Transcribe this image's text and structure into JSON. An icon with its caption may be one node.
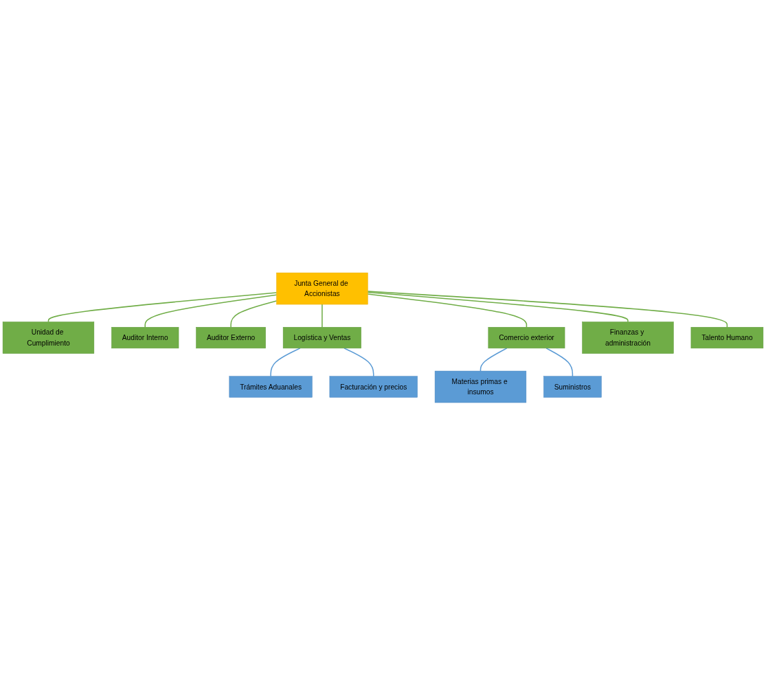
{
  "diagram": {
    "nodes": [
      {
        "text": [
          "Junta General de Accionistas"
        ]
      },
      {
        "text": [
          "Unidad de Cumplimiento"
        ]
      },
      {
        "text": [
          "Auditor Interno"
        ]
      },
      {
        "text": [
          "Auditor Externo"
        ]
      },
      {
        "text": [
          "Logística y Ventas"
        ]
      },
      {
        "text": [
          "Comercio exterior"
        ]
      },
      {
        "text": [
          "Finanzas y administración"
        ]
      },
      {
        "text": [
          "Talento Humano"
        ]
      },
      {
        "text": [
          "Trámites Aduanales"
        ]
      },
      {
        "text": [
          "Materias primas e insumos"
        ]
      },
      {
        "text": [
          "Facturación y precios"
        ]
      },
      {
        "text": [
          "Suministros"
        ]
      }
    ],
    "edges": [
      {
        "from": 0,
        "to": 1,
        "arrow": "none"
      },
      {
        "from": 0,
        "to": 2,
        "arrow": "none"
      },
      {
        "from": 0,
        "to": 3,
        "arrow": "none"
      },
      {
        "from": 0,
        "to": 4,
        "arrow": "none"
      },
      {
        "from": 0,
        "to": 5,
        "arrow": "none"
      },
      {
        "from": 0,
        "to": 6,
        "arrow": "none"
      },
      {
        "from": 0,
        "to": 7,
        "arrow": "none"
      },
      {
        "from": 4,
        "to": 8,
        "arrow": "none",
        "color": "#5b9bd5"
      },
      {
        "from": 4,
        "to": 10,
        "arrow": "none",
        "color": "#5b9bd5"
      },
      {
        "from": 5,
        "to": 9,
        "arrow": "none",
        "color": "#5b9bd5"
      },
      {
        "from": 5,
        "to": 11,
        "arrow": "none",
        "color": "#5b9bd5"
      }
    ]
  }
}
